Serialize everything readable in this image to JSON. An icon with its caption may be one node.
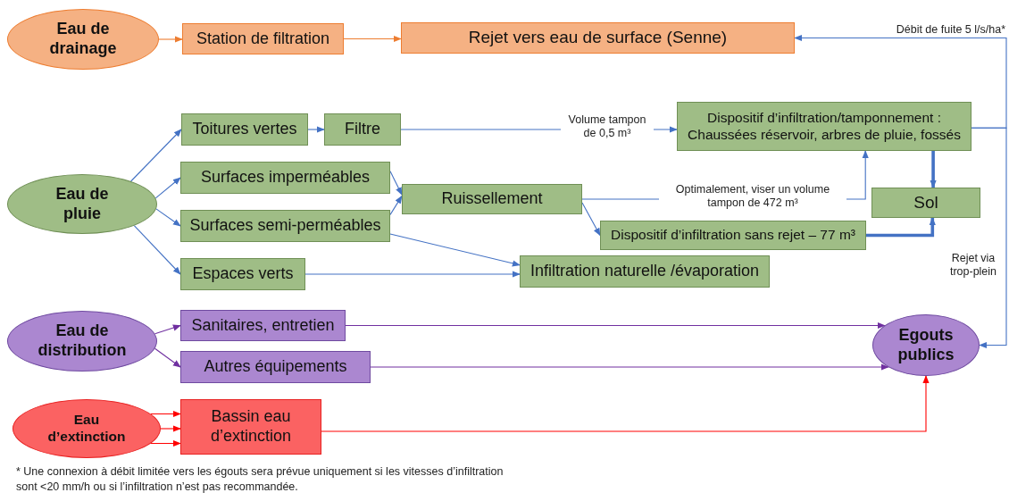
{
  "diagram": {
    "nodes": [
      {
        "text": [
          "Eau de drainage"
        ]
      },
      {
        "text": [
          "Station de filtration"
        ]
      },
      {
        "text": [
          "Rejet vers eau de surface (Senne)"
        ]
      },
      {
        "text": [
          "Eau de pluie"
        ]
      },
      {
        "text": [
          "Toitures vertes"
        ]
      },
      {
        "text": [
          "Filtre"
        ]
      },
      {
        "text": [
          "Dispositif d’infiltration/tamponnement : Chaussées réservoir, arbres de pluie, fossés"
        ]
      },
      {
        "text": [
          "Surfaces imperméables"
        ]
      },
      {
        "text": [
          "Ruissellement"
        ]
      },
      {
        "text": [
          "Surfaces semi-perméables"
        ]
      },
      {
        "text": [
          "Sol"
        ]
      },
      {
        "text": [
          "Dispositif d’infiltration sans rejet – 77 m³"
        ]
      },
      {
        "text": [
          "Espaces verts"
        ]
      },
      {
        "text": [
          "Infiltration naturelle /évaporation"
        ]
      },
      {
        "text": [
          "Eau de distribution"
        ]
      },
      {
        "text": [
          "Sanitaires, entretien"
        ]
      },
      {
        "text": [
          "Autres équipements"
        ]
      },
      {
        "text": [
          "Egouts publics"
        ]
      },
      {
        "text": [
          "Eau d’extinction"
        ]
      },
      {
        "text": [
          "Bassin eau d’extinction"
        ]
      }
    ],
    "edges": [
      {
        "from": 0,
        "to": 1,
        "arrow": "to",
        "color": "#ed7d31"
      },
      {
        "from": 1,
        "to": 2,
        "arrow": "to",
        "color": "#ed7d31"
      },
      {
        "from": 3,
        "to": 4,
        "arrow": "to"
      },
      {
        "from": 3,
        "to": 7,
        "arrow": "to"
      },
      {
        "from": 3,
        "to": 9,
        "arrow": "to"
      },
      {
        "from": 3,
        "to": 12,
        "arrow": "to"
      },
      {
        "from": 4,
        "to": 5,
        "arrow": "to"
      },
      {
        "from": 5,
        "to": 6,
        "arrow": "to",
        "label": "Volume tampon de 0,5 m³"
      },
      {
        "from": 7,
        "to": 8,
        "arrow": "to"
      },
      {
        "from": 9,
        "to": 8,
        "arrow": "to"
      },
      {
        "from": 9,
        "to": 13,
        "arrow": "to"
      },
      {
        "from": 12,
        "to": 13,
        "arrow": "to"
      },
      {
        "from": 8,
        "to": 6,
        "arrow": "to",
        "label": "Optimalement, viser un volume tampon de 472 m³"
      },
      {
        "from": 8,
        "to": 11,
        "arrow": "to"
      },
      {
        "from": 6,
        "to": 10,
        "arrow": "to",
        "style": "thick"
      },
      {
        "from": 11,
        "to": 10,
        "arrow": "to",
        "style": "thick"
      },
      {
        "from": 6,
        "to": 2,
        "arrow": "to",
        "label": "Débit de fuite 5 l/s/ha*"
      },
      {
        "from": 6,
        "to": 17,
        "arrow": "to",
        "label": "Rejet via trop-plein"
      },
      {
        "from": 14,
        "to": 15,
        "arrow": "to",
        "color": "#7030a0"
      },
      {
        "from": 14,
        "to": 16,
        "arrow": "to",
        "color": "#7030a0"
      },
      {
        "from": 15,
        "to": 17,
        "arrow": "to",
        "color": "#7030a0"
      },
      {
        "from": 16,
        "to": 17,
        "arrow": "to",
        "color": "#7030a0"
      },
      {
        "from": 18,
        "to": 19,
        "arrow": "to",
        "color": "#ff0000"
      },
      {
        "from": 18,
        "to": 19,
        "arrow": "to",
        "color": "#ff0000"
      },
      {
        "from": 18,
        "to": 19,
        "arrow": "to",
        "color": "#ff0000"
      },
      {
        "from": 19,
        "to": 17,
        "arrow": "to",
        "color": "#ff0000"
      }
    ],
    "labels": [
      "* Une connexion à débit limitée vers les égouts sera prévue uniquement si les vitesses d’infiltration sont <20 mm/h ou si l’infiltration n’est pas recommandée."
    ]
  }
}
